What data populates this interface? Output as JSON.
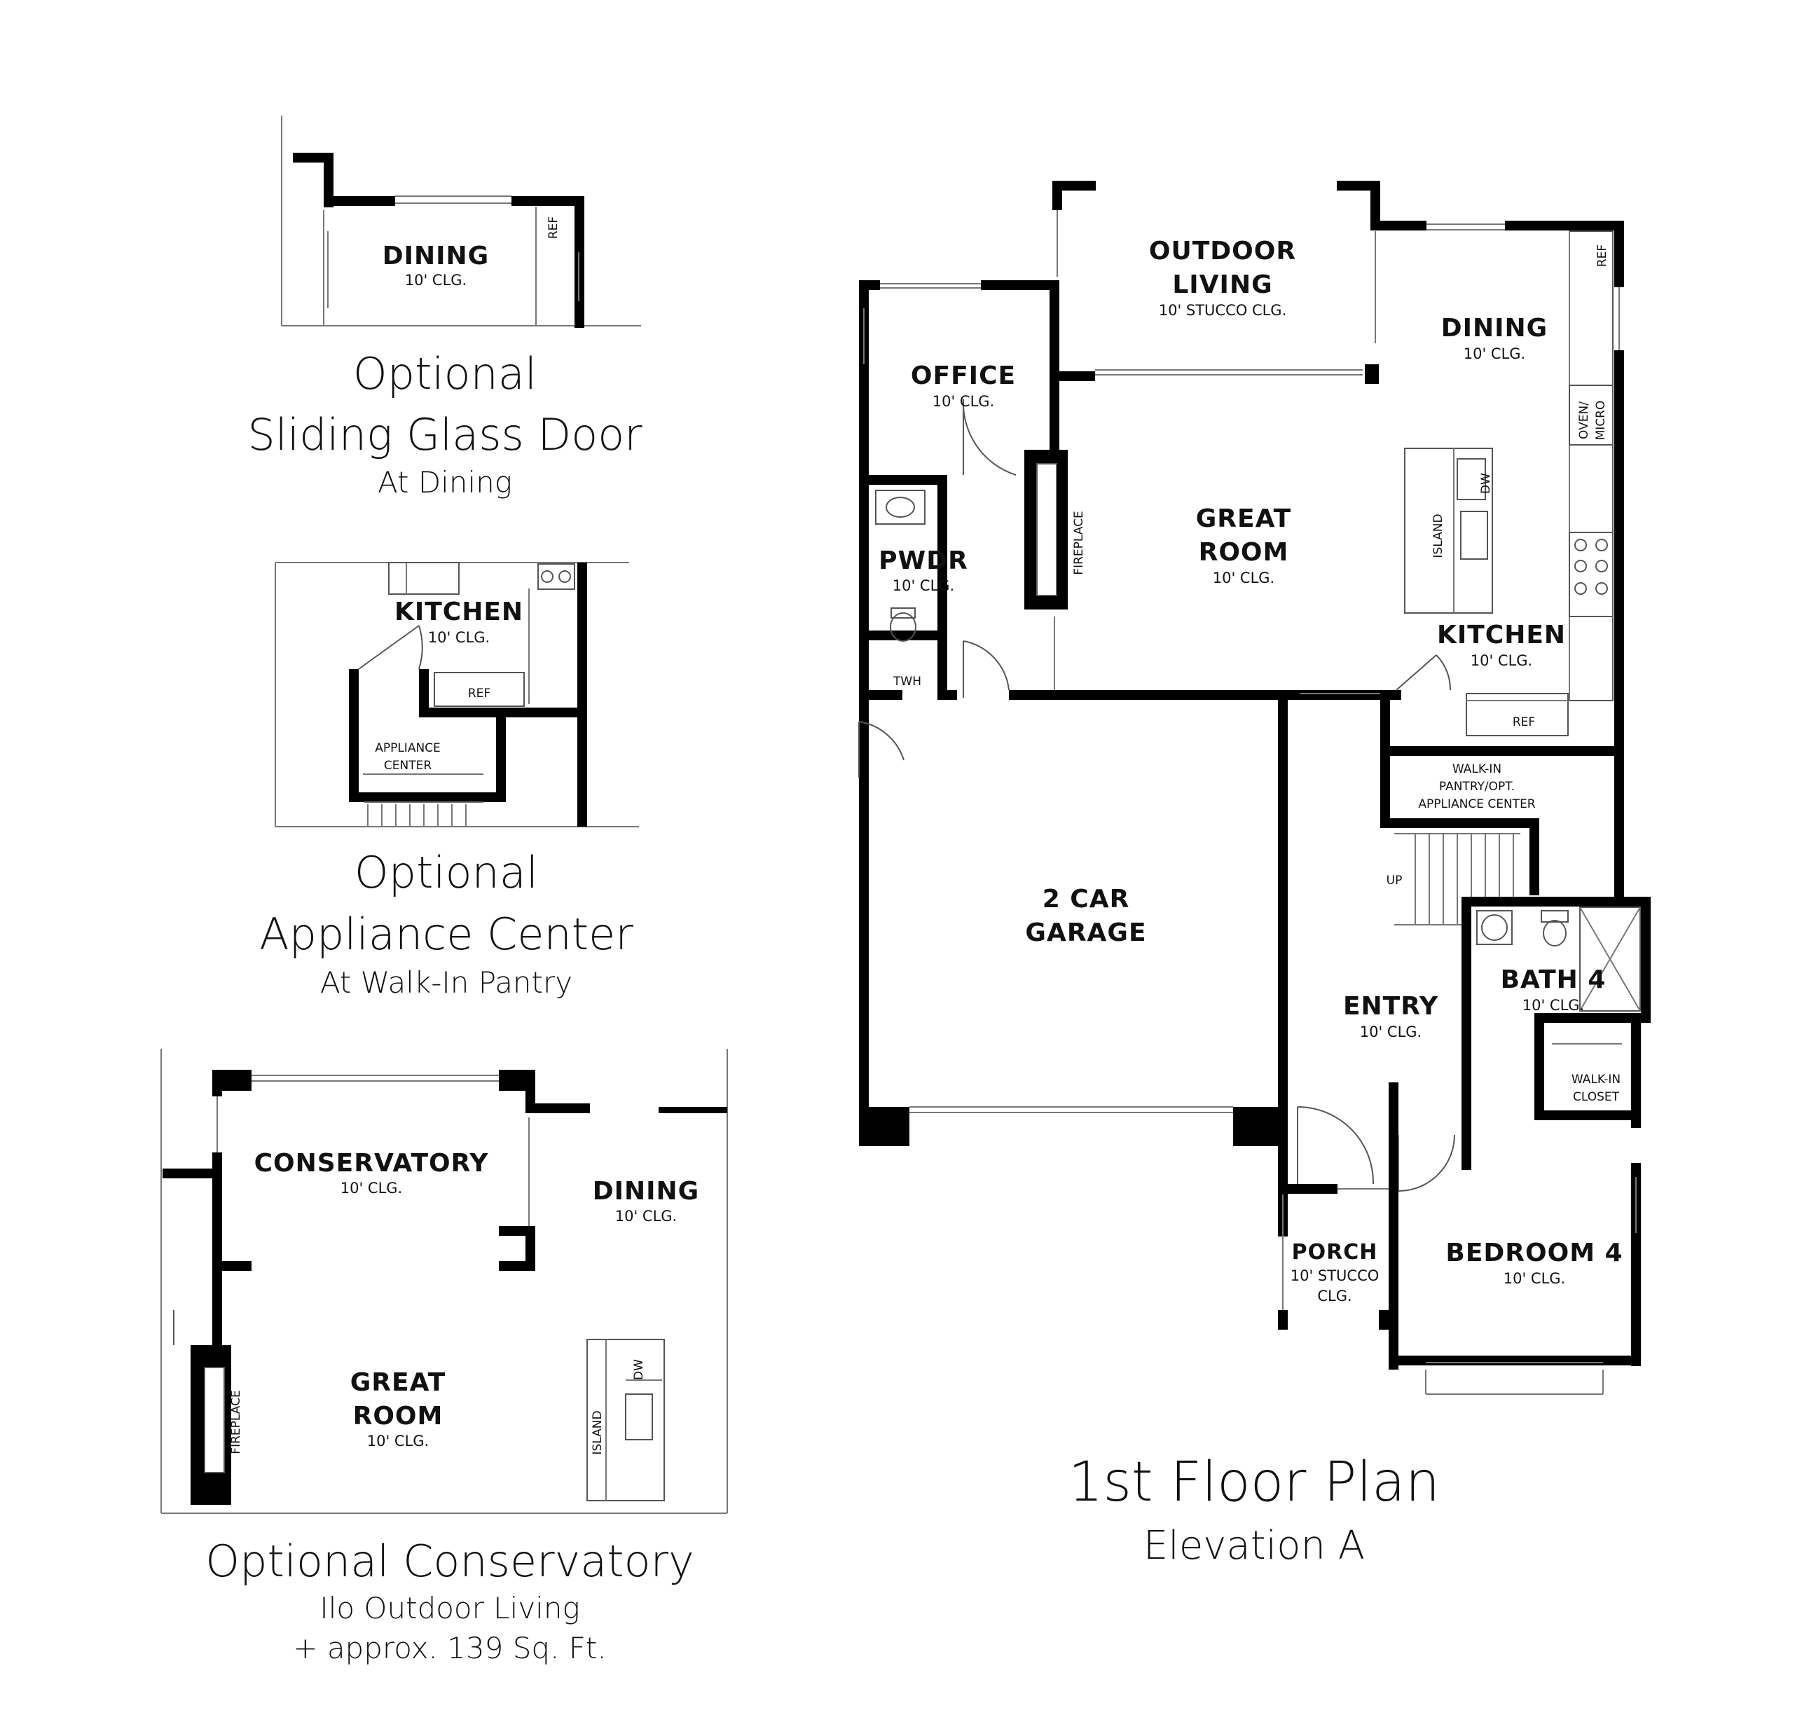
{
  "options": {
    "sliding_glass_door": {
      "title_line1": "Optional",
      "title_line2": "Sliding Glass Door",
      "subtitle": "At Dining",
      "dining": "DINING",
      "dining_clg": "10' CLG.",
      "ref": "REF"
    },
    "appliance_center": {
      "title_line1": "Optional",
      "title_line2": "Appliance Center",
      "subtitle": "At Walk-In Pantry",
      "kitchen": "KITCHEN",
      "kitchen_clg": "10' CLG.",
      "ref": "REF",
      "appliance_line1": "APPLIANCE",
      "appliance_line2": "CENTER"
    },
    "conservatory": {
      "title": "Optional Conservatory",
      "subtitle_line1": "Ilo Outdoor Living",
      "subtitle_line2": "+ approx. 139 Sq. Ft.",
      "conservatory": "CONSERVATORY",
      "conservatory_clg": "10' CLG.",
      "dining": "DINING",
      "dining_clg": "10' CLG.",
      "great_room_line1": "GREAT",
      "great_room_line2": "ROOM",
      "great_room_clg": "10' CLG.",
      "fireplace": "FIREPLACE",
      "island": "ISLAND",
      "dw": "DW"
    }
  },
  "main_plan": {
    "title": "1st Floor Plan",
    "subtitle": "Elevation A",
    "rooms": {
      "outdoor_living_line1": "OUTDOOR",
      "outdoor_living_line2": "LIVING",
      "outdoor_living_clg": "10' STUCCO CLG.",
      "dining": "DINING",
      "dining_clg": "10' CLG.",
      "office": "OFFICE",
      "office_clg": "10' CLG.",
      "great_room_line1": "GREAT",
      "great_room_line2": "ROOM",
      "great_room_clg": "10' CLG.",
      "pwdr": "PWDR",
      "pwdr_clg": "10' CLG.",
      "kitchen": "KITCHEN",
      "kitchen_clg": "10' CLG.",
      "garage_line1": "2 CAR",
      "garage_line2": "GARAGE",
      "entry": "ENTRY",
      "entry_clg": "10' CLG.",
      "bath4": "BATH 4",
      "bath4_clg": "10' CLG.",
      "porch": "PORCH",
      "porch_clg_line1": "10' STUCCO",
      "porch_clg_line2": "CLG.",
      "bedroom4": "BEDROOM 4",
      "bedroom4_clg": "10' CLG."
    },
    "labels": {
      "ref_dining": "REF",
      "oven_micro_line1": "OVEN/",
      "oven_micro_line2": "MICRO",
      "dw": "DW",
      "island": "ISLAND",
      "fireplace": "FIREPLACE",
      "twh": "TWH",
      "ref_kitchen": "REF",
      "pantry_line1": "WALK-IN",
      "pantry_line2": "PANTRY/OPT.",
      "pantry_line3": "APPLIANCE CENTER",
      "up": "UP",
      "walkin_closet_line1": "WALK-IN",
      "walkin_closet_line2": "CLOSET"
    }
  }
}
